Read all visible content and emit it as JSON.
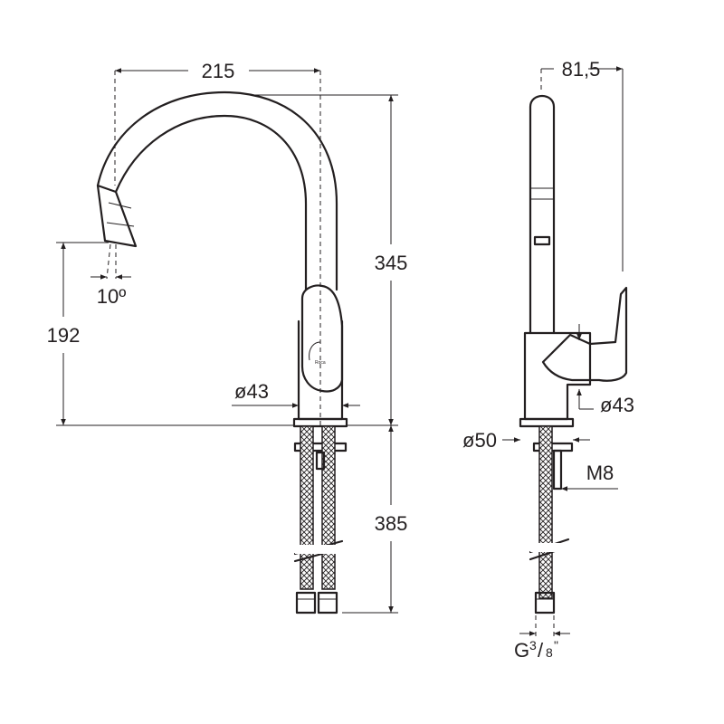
{
  "front_view": {
    "width_dim": "215",
    "height_dim": "345",
    "spout_height_dim": "192",
    "angle_dim": "10º",
    "body_diameter_dim": "ø43",
    "hose_length_dim": "385",
    "logo_text": "Roca"
  },
  "side_view": {
    "depth_dim": "81,5",
    "lever_diameter_dim": "ø43",
    "base_diameter_dim": "ø50",
    "stud_dim": "M8",
    "thread_prefix": "G",
    "thread_num": "3",
    "thread_den": "8",
    "thread_suffix": "\""
  }
}
